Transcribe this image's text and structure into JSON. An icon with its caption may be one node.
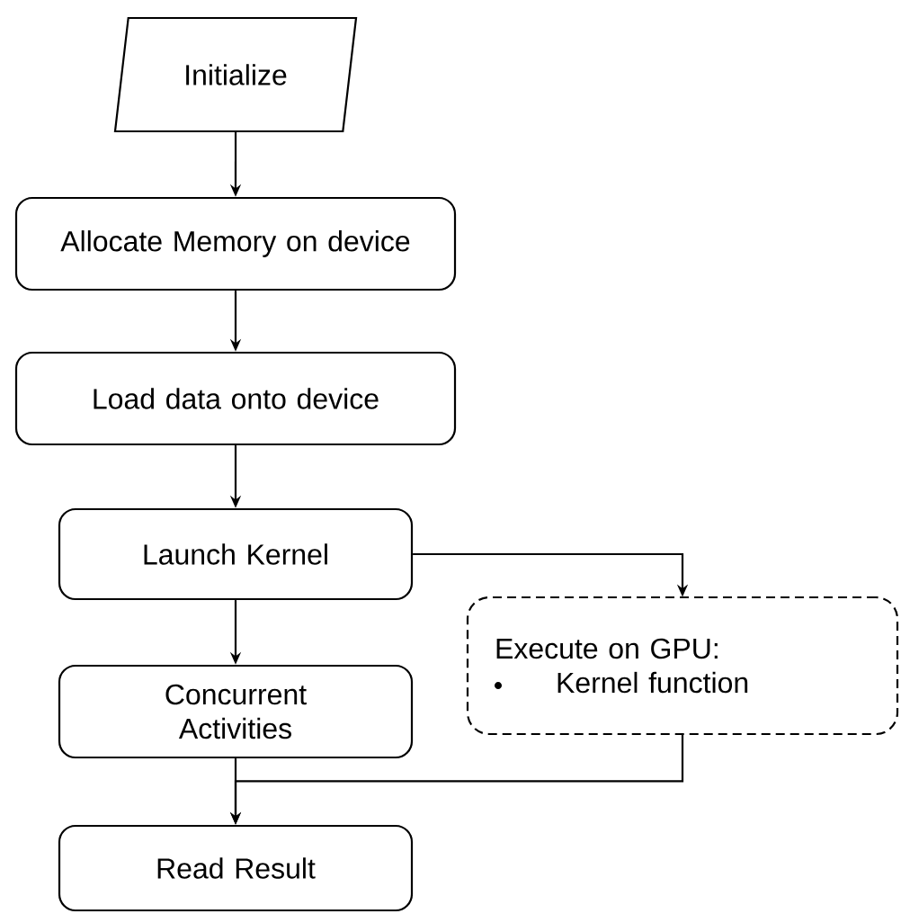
{
  "diagram": {
    "nodes": [
      {
        "text": [
          "Initialize"
        ]
      },
      {
        "text": [
          "Allocate Memory on device"
        ]
      },
      {
        "text": [
          "Load data onto device"
        ]
      },
      {
        "text": [
          "Launch Kernel"
        ]
      },
      {
        "text": [
          "Concurrent Activities"
        ]
      },
      {
        "text": [
          "Execute on GPU:",
          "Kernel function"
        ]
      },
      {
        "text": [
          "Read Result"
        ]
      }
    ],
    "edges": [
      {
        "from": 0,
        "to": 1,
        "arrow": "to"
      },
      {
        "from": 1,
        "to": 2,
        "arrow": "to"
      },
      {
        "from": 2,
        "to": 3,
        "arrow": "to"
      },
      {
        "from": 3,
        "to": 4,
        "arrow": "to"
      },
      {
        "from": 3,
        "to": 5,
        "arrow": "to"
      },
      {
        "from": 4,
        "to": 6,
        "arrow": "to"
      },
      {
        "from": 5,
        "to": 6,
        "arrow": "to"
      }
    ]
  }
}
